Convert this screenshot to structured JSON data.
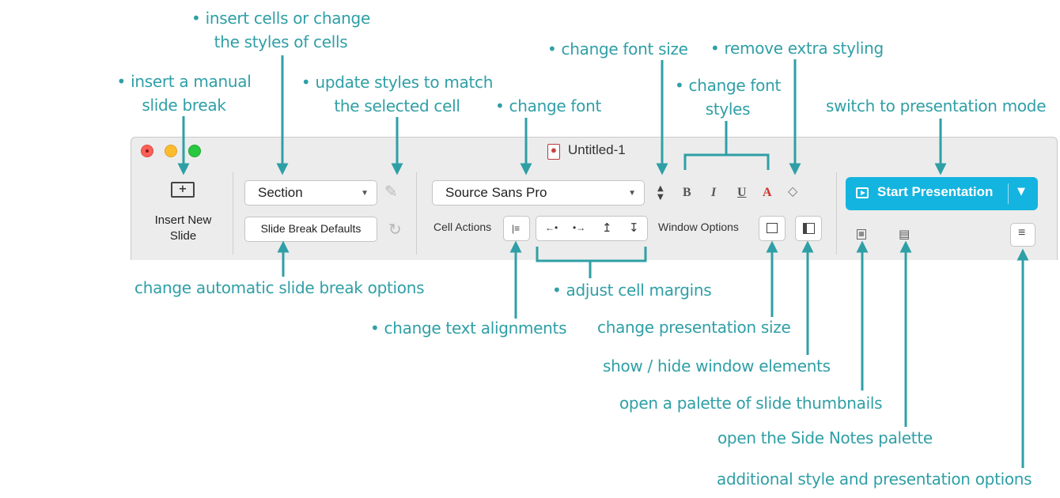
{
  "window": {
    "title": "Untitled-1",
    "accent_color": "#14b4e0"
  },
  "toolbar": {
    "insert_new_slide_line1": "Insert New",
    "insert_new_slide_line2": "Slide",
    "style_select_value": "Section",
    "slide_break_defaults": "Slide Break Defaults",
    "font_select_value": "Source Sans Pro",
    "cell_actions_label": "Cell Actions",
    "window_options_label": "Window Options",
    "format_bold": "B",
    "format_italic": "I",
    "format_underline": "U",
    "format_color": "A",
    "start_presentation": "Start Presentation",
    "icons": [
      "insert-slide-icon",
      "update-style-icon",
      "reset-icon",
      "font-size-stepper-icon",
      "eraser-icon",
      "text-align-icon",
      "margin-left-icon",
      "margin-right-icon",
      "margin-up-icon",
      "margin-down-icon",
      "presentation-size-icon",
      "window-elements-icon",
      "play-icon",
      "slide-thumbnails-icon",
      "side-notes-icon",
      "menu-icon"
    ]
  },
  "annotations": {
    "insert_cells_1": "• insert cells or change",
    "insert_cells_2": "the styles of cells",
    "manual_break_1": "• insert a manual",
    "manual_break_2": "slide break",
    "update_styles_1": "• update styles to match",
    "update_styles_2": "the selected cell",
    "change_font": "• change font",
    "change_font_size": "• change font size",
    "remove_styling": "• remove extra styling",
    "font_styles_1": "• change font",
    "font_styles_2": "styles",
    "presentation_mode": "switch to presentation mode",
    "auto_break": "change automatic  slide break options",
    "cell_margins": "• adjust cell margins",
    "text_alignments": "• change text alignments",
    "presentation_size": "change presentation size",
    "window_elements": "show / hide window elements",
    "slide_thumbnails": "open a palette of slide thumbnails",
    "side_notes": "open the Side Notes palette",
    "additional_options": "additional style and presentation options",
    "annotation_color": "#2f9fa6"
  }
}
